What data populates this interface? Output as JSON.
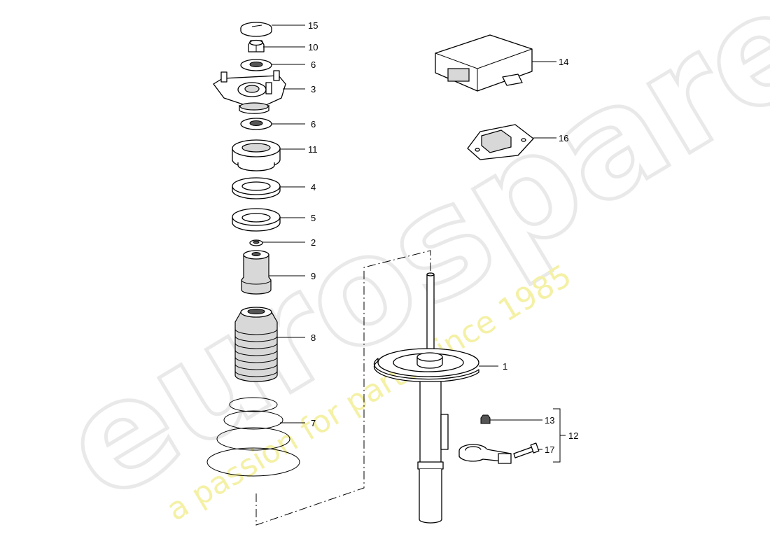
{
  "watermark": {
    "brand": "eurospares",
    "tagline": "a passion for parts since 1985",
    "brand_color": "#e9e9e9",
    "tagline_color": "#f4f1a6"
  },
  "labels": {
    "p15": "15",
    "p10": "10",
    "p6a": "6",
    "p3": "3",
    "p6b": "6",
    "p11": "11",
    "p4": "4",
    "p5": "5",
    "p2": "2",
    "p9": "9",
    "p8": "8",
    "p7": "7",
    "p1": "1",
    "p14": "14",
    "p16": "16",
    "p13": "13",
    "p17": "17",
    "p12": "12"
  }
}
